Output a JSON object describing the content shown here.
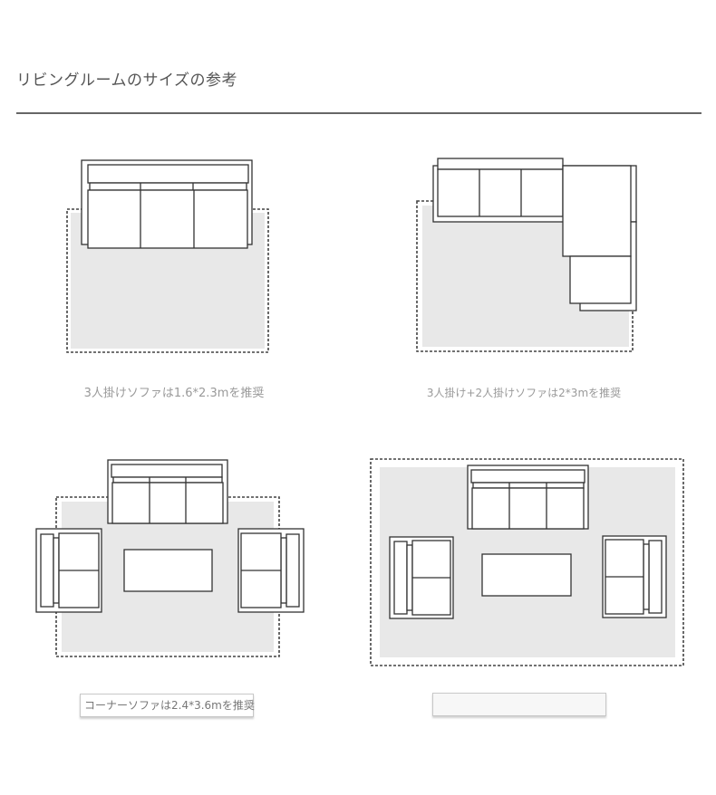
{
  "page": {
    "title": "リビングルームのサイズの参考"
  },
  "layouts": [
    {
      "caption": "3人掛けソファは1.6*2.3mを推奨"
    },
    {
      "caption": "3人掛け+2人掛けソファは2*3mを推奨"
    },
    {
      "caption": "コーナーソファは2.4*3.6mを推奨"
    },
    {
      "caption": ""
    }
  ]
}
